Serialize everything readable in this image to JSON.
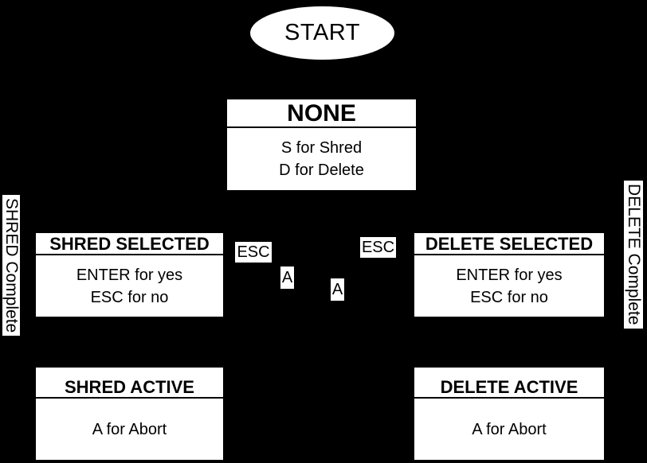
{
  "colors": {
    "background": "#000000",
    "node_fill": "#ffffff",
    "node_text": "#000000"
  },
  "start_node": {
    "label": "START"
  },
  "states": {
    "none": {
      "title": "NONE",
      "line1": "S for Shred",
      "line2": "D for Delete"
    },
    "shred_selected": {
      "title": "SHRED SELECTED",
      "line1": "ENTER for yes",
      "line2": "ESC for no"
    },
    "delete_selected": {
      "title": "DELETE SELECTED",
      "line1": "ENTER for yes",
      "line2": "ESC for no"
    },
    "shred_active": {
      "title": "SHRED ACTIVE",
      "line1": "A for Abort"
    },
    "delete_active": {
      "title": "DELETE ACTIVE",
      "line1": "A for Abort"
    }
  },
  "transition_labels": {
    "esc_from_shred_selected": "ESC",
    "esc_from_delete_selected": "ESC",
    "abort_from_shred_active": "A",
    "abort_from_delete_active": "A",
    "shred_complete": "SHRED Complete",
    "delete_complete": "DELETE Complete"
  }
}
